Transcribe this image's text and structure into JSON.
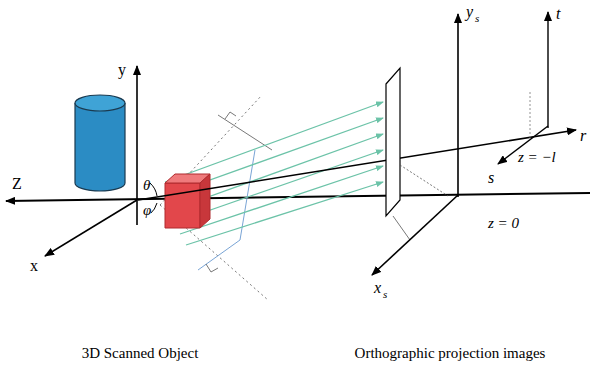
{
  "diagram": {
    "labels": [
      "y",
      "Z",
      "x",
      "θ",
      "φ",
      "y",
      "s",
      "t",
      "r",
      "z = −l",
      "s",
      "z = 0",
      "x",
      "s",
      "3D Scanned Object",
      "Orthographic projection images"
    ]
  }
}
